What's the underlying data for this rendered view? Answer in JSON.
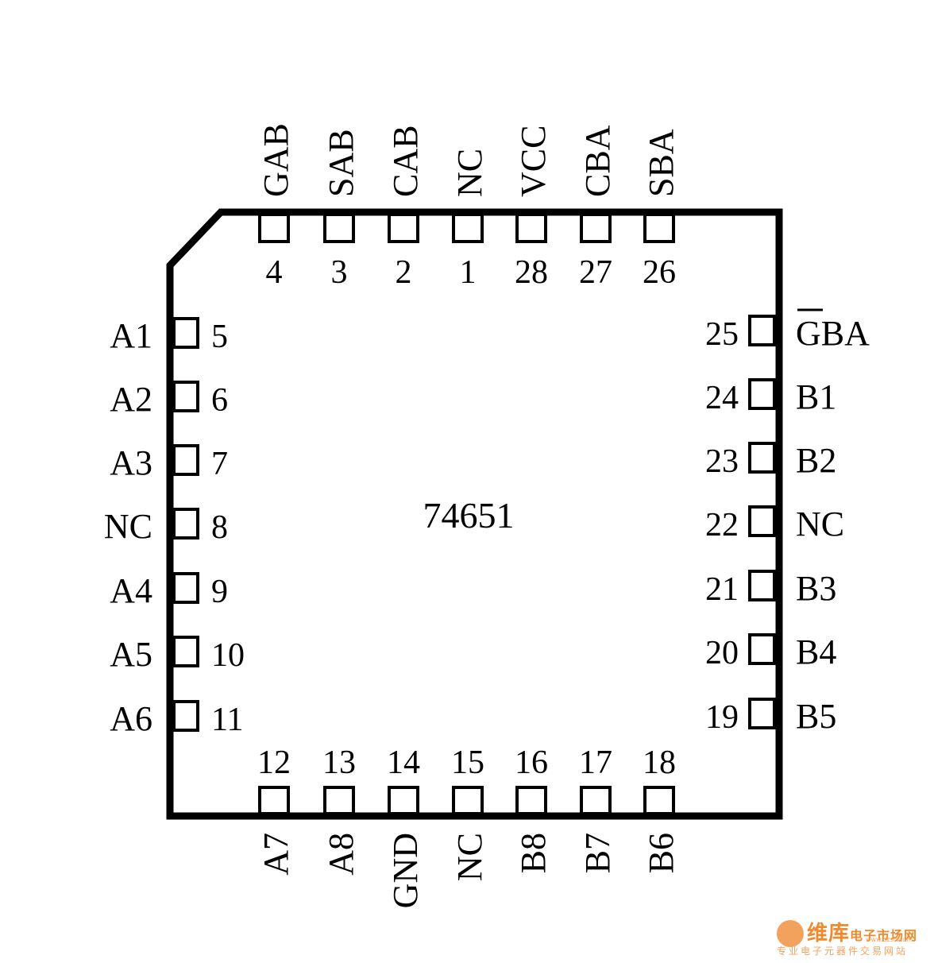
{
  "chip": {
    "part_number": "74651",
    "top_pins": [
      {
        "name": "GAB",
        "number": "4"
      },
      {
        "name": "SAB",
        "number": "3"
      },
      {
        "name": "CAB",
        "number": "2"
      },
      {
        "name": "NC",
        "number": "1"
      },
      {
        "name": "VCC",
        "number": "28"
      },
      {
        "name": "CBA",
        "number": "27"
      },
      {
        "name": "SBA",
        "number": "26"
      }
    ],
    "left_pins": [
      {
        "name": "A1",
        "number": "5"
      },
      {
        "name": "A2",
        "number": "6"
      },
      {
        "name": "A3",
        "number": "7"
      },
      {
        "name": "NC",
        "number": "8"
      },
      {
        "name": "A4",
        "number": "9"
      },
      {
        "name": "A5",
        "number": "10"
      },
      {
        "name": "A6",
        "number": "11"
      }
    ],
    "right_pins": [
      {
        "name": "GBA",
        "number": "25",
        "overbar": true
      },
      {
        "name": "B1",
        "number": "24"
      },
      {
        "name": "B2",
        "number": "23"
      },
      {
        "name": "NC",
        "number": "22"
      },
      {
        "name": "B3",
        "number": "21"
      },
      {
        "name": "B4",
        "number": "20"
      },
      {
        "name": "B5",
        "number": "19"
      }
    ],
    "bottom_pins": [
      {
        "name": "A7",
        "number": "12"
      },
      {
        "name": "A8",
        "number": "13"
      },
      {
        "name": "GND",
        "number": "14"
      },
      {
        "name": "NC",
        "number": "15"
      },
      {
        "name": "B8",
        "number": "16"
      },
      {
        "name": "B7",
        "number": "17"
      },
      {
        "name": "B6",
        "number": "18"
      }
    ]
  },
  "watermark": {
    "main": "维库",
    "main_suffix": "电子市场网",
    "url": "www.dzsc.com",
    "tagline": "专业电子元器件交易网站"
  }
}
